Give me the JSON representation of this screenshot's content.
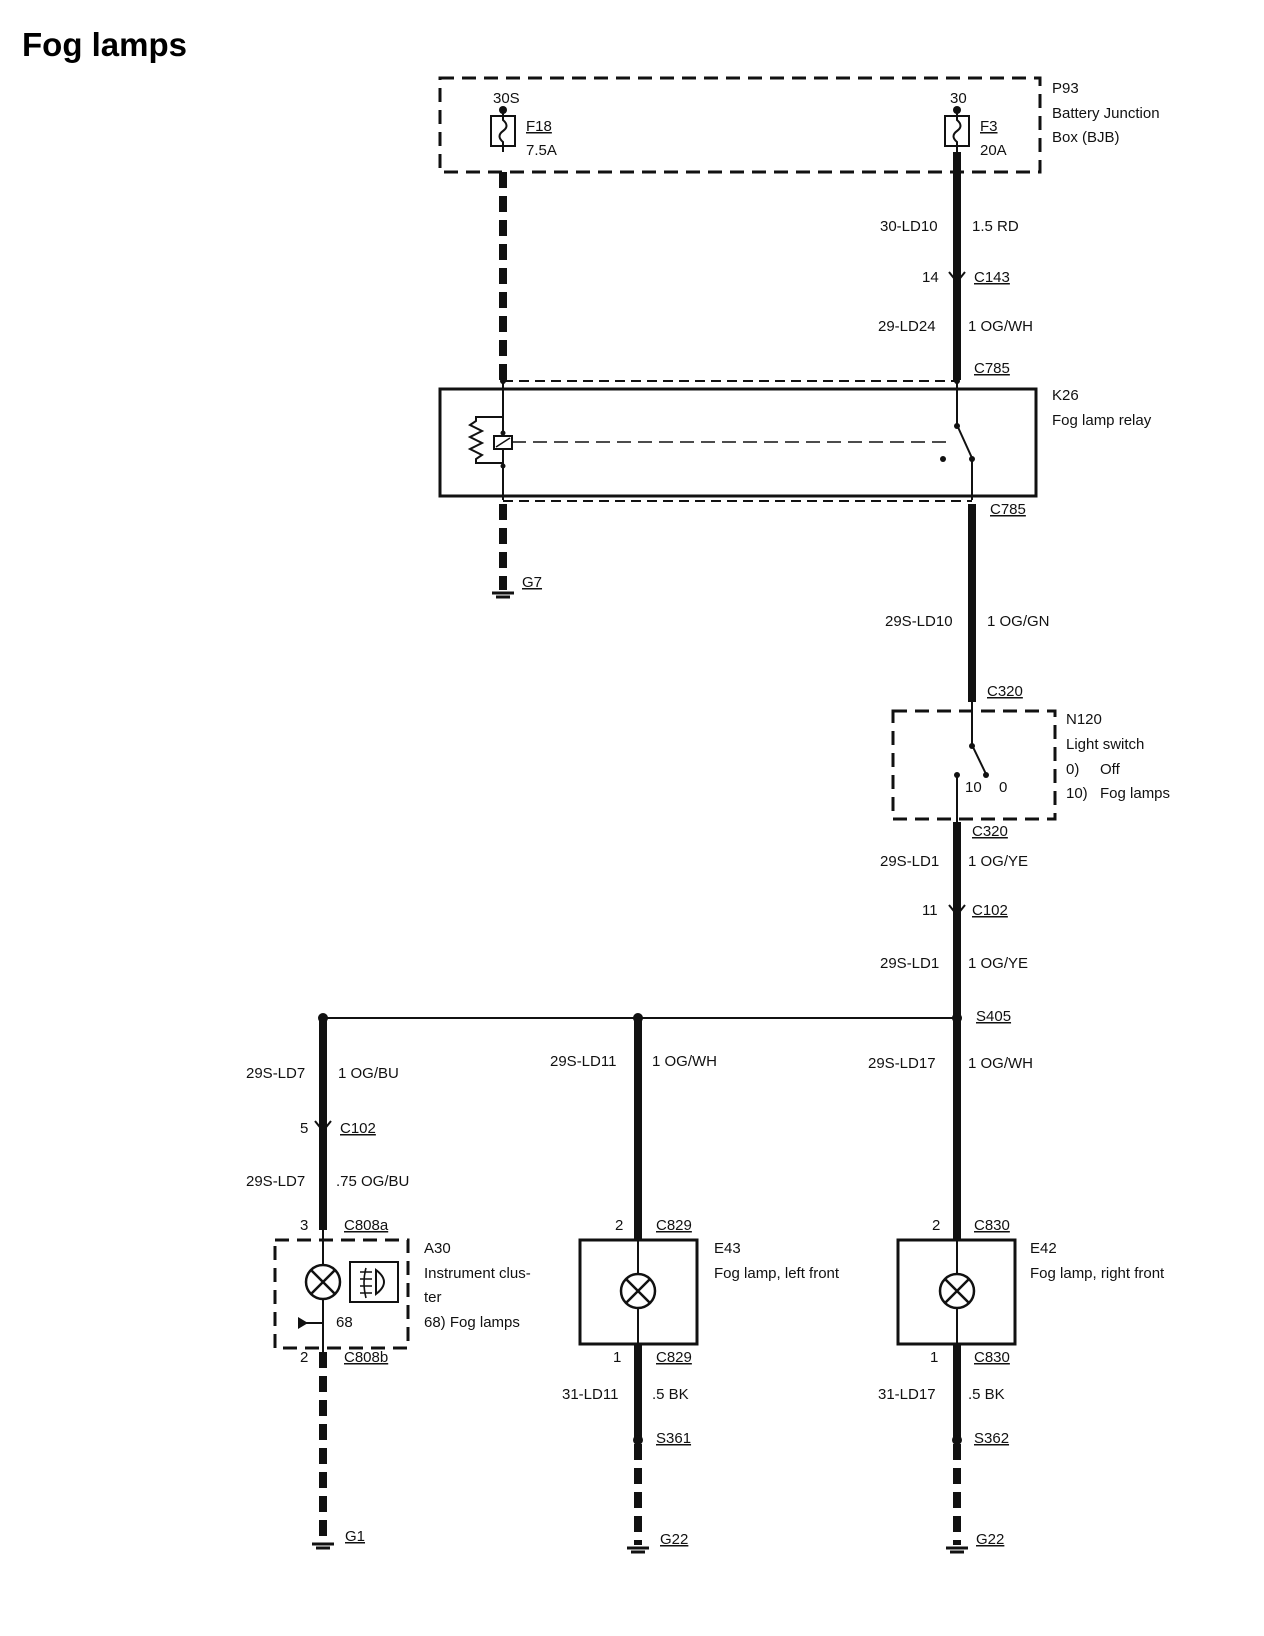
{
  "title": "Fog lamps",
  "components": {
    "p93": {
      "id": "P93",
      "name_line1": "Battery Junction",
      "name_line2": "Box (BJB)"
    },
    "f18": {
      "pin": "30S",
      "id": "F18",
      "rating": "7.5A"
    },
    "f3": {
      "pin": "30",
      "id": "F3",
      "rating": "20A"
    },
    "k26": {
      "id": "K26",
      "name": "Fog lamp relay"
    },
    "n120": {
      "id": "N120",
      "name": "Light switch",
      "pos0_num": "0)",
      "pos0_label": "Off",
      "pos10_num": "10)",
      "pos10_label": "Fog lamps",
      "contact_10": "10",
      "contact_0": "0"
    },
    "a30": {
      "id": "A30",
      "name_line1": "Instrument clus-",
      "name_line2": "ter",
      "item": "68)  Fog lamps",
      "pin": "68"
    },
    "e43": {
      "id": "E43",
      "name": "Fog lamp, left front"
    },
    "e42": {
      "id": "E42",
      "name": "Fog lamp, right front"
    }
  },
  "connectors": {
    "c143": {
      "pin": "14",
      "name": "C143"
    },
    "c785_top": "C785",
    "c785_bottom": "C785",
    "c320_top": "C320",
    "c320_bottom": "C320",
    "c102_main": {
      "pin": "11",
      "name": "C102"
    },
    "s405": "S405",
    "c102_left": {
      "pin": "5",
      "name": "C102"
    },
    "c808a": {
      "pin": "3",
      "name": "C808a"
    },
    "c808b": {
      "pin": "2",
      "name": "C808b"
    },
    "c829_top": {
      "pin": "2",
      "name": "C829"
    },
    "c829_bottom": {
      "pin": "1",
      "name": "C829"
    },
    "c830_top": {
      "pin": "2",
      "name": "C830"
    },
    "c830_bottom": {
      "pin": "1",
      "name": "C830"
    },
    "s361": "S361",
    "s362": "S362"
  },
  "grounds": {
    "g7": "G7",
    "g1": "G1",
    "g22_left": "G22",
    "g22_right": "G22"
  },
  "wires": {
    "w30ld10": {
      "id": "30-LD10",
      "spec": "1.5 RD"
    },
    "w29ld24": {
      "id": "29-LD24",
      "spec": "1 OG/WH"
    },
    "w29sld10": {
      "id": "29S-LD10",
      "spec": "1 OG/GN"
    },
    "w29sld1_a": {
      "id": "29S-LD1",
      "spec": "1 OG/YE"
    },
    "w29sld1_b": {
      "id": "29S-LD1",
      "spec": "1 OG/YE"
    },
    "w29sld7_a": {
      "id": "29S-LD7",
      "spec": "1 OG/BU"
    },
    "w29sld7_b": {
      "id": "29S-LD7",
      "spec": ".75 OG/BU"
    },
    "w29sld11": {
      "id": "29S-LD11",
      "spec": "1 OG/WH"
    },
    "w29sld17": {
      "id": "29S-LD17",
      "spec": "1 OG/WH"
    },
    "w31ld11": {
      "id": "31-LD11",
      "spec": ".5 BK"
    },
    "w31ld17": {
      "id": "31-LD17",
      "spec": ".5 BK"
    }
  }
}
